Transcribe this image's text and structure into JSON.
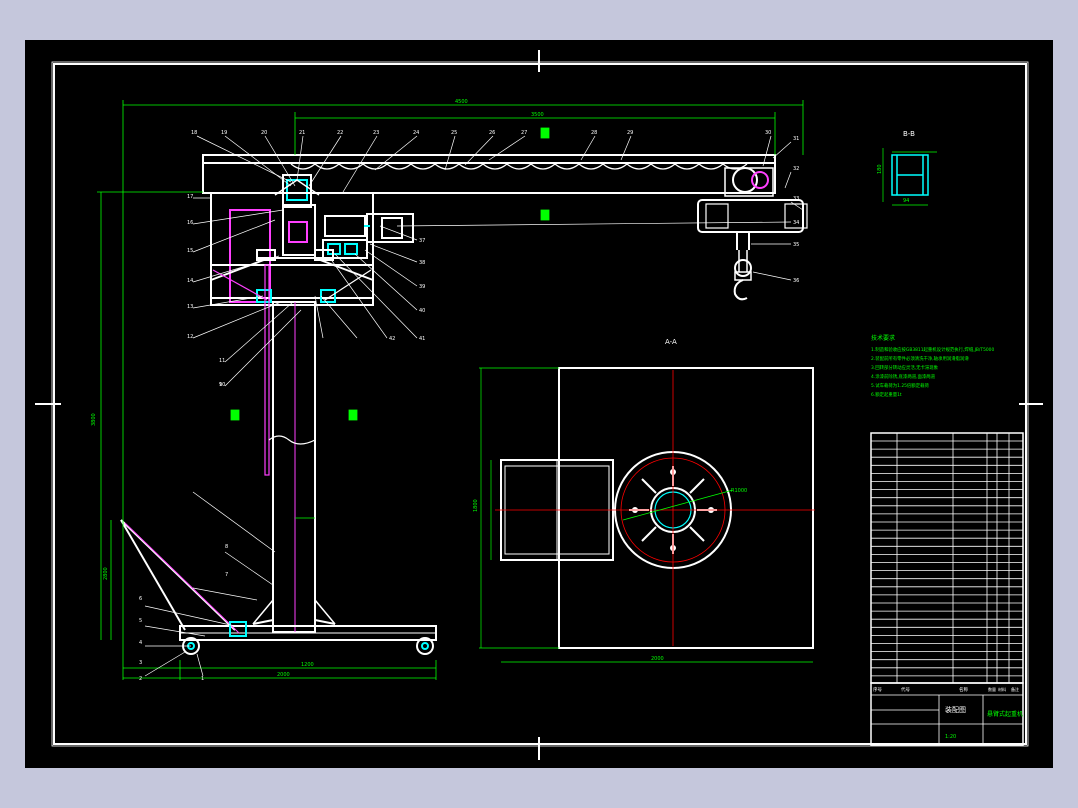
{
  "colors": {
    "background": "#c5c7dc",
    "canvas": "#000000",
    "outline": "#ffffff",
    "dimension": "#00ff00",
    "center_line": "#ff0000",
    "hidden_part": "#ff40ff",
    "hydraulic_detail": "#00ffff",
    "leader_lines": "#ffffff"
  },
  "views": {
    "section_label": "B-B",
    "plan_label": "A-A"
  },
  "dimensions": {
    "overall_arm_length": "4500",
    "trolley_travel": "3500",
    "overall_height": "3800",
    "column_height": "2800",
    "base_width": "1200",
    "base_span": "2000",
    "plan_width": "2000",
    "plan_depth": "1800",
    "slew_angle": "R1000",
    "beam_height": "180",
    "beam_width": "94"
  },
  "part_numbers": {
    "top_row": [
      "18",
      "19",
      "20",
      "21",
      "22",
      "23",
      "24",
      "25",
      "26",
      "27",
      "28",
      "29",
      "30"
    ],
    "left_column": [
      "17",
      "16",
      "15",
      "14",
      "13",
      "12",
      "11",
      "10",
      "9"
    ],
    "right_column": [
      "31",
      "32",
      "33",
      "34",
      "35",
      "36",
      "37",
      "38",
      "39",
      "40",
      "41",
      "42"
    ],
    "base_labels": [
      "8",
      "7",
      "6",
      "5",
      "4",
      "3",
      "2",
      "1"
    ]
  },
  "notes": {
    "title": "技术要求",
    "lines": [
      "1.制造和验收应按GB3811起重机设计规范执行,焊缝,JB/T5000",
      "2.装配前所有零件必须清洗干净,轴承用润滑脂润滑",
      "3.回转部分转动应灵活,无卡滞现象",
      "4.涂漆前除锈,底漆两道,面漆两道",
      "5.试车载荷为1.25倍额定载荷",
      "6.额定起重量1t"
    ]
  },
  "title_block": {
    "drawing_name": "悬臂式起重机",
    "scale": "1:20",
    "sheet_label": "装配图",
    "header_cols": [
      "序号",
      "代号",
      "名称",
      "数量",
      "材料",
      "备注"
    ]
  }
}
